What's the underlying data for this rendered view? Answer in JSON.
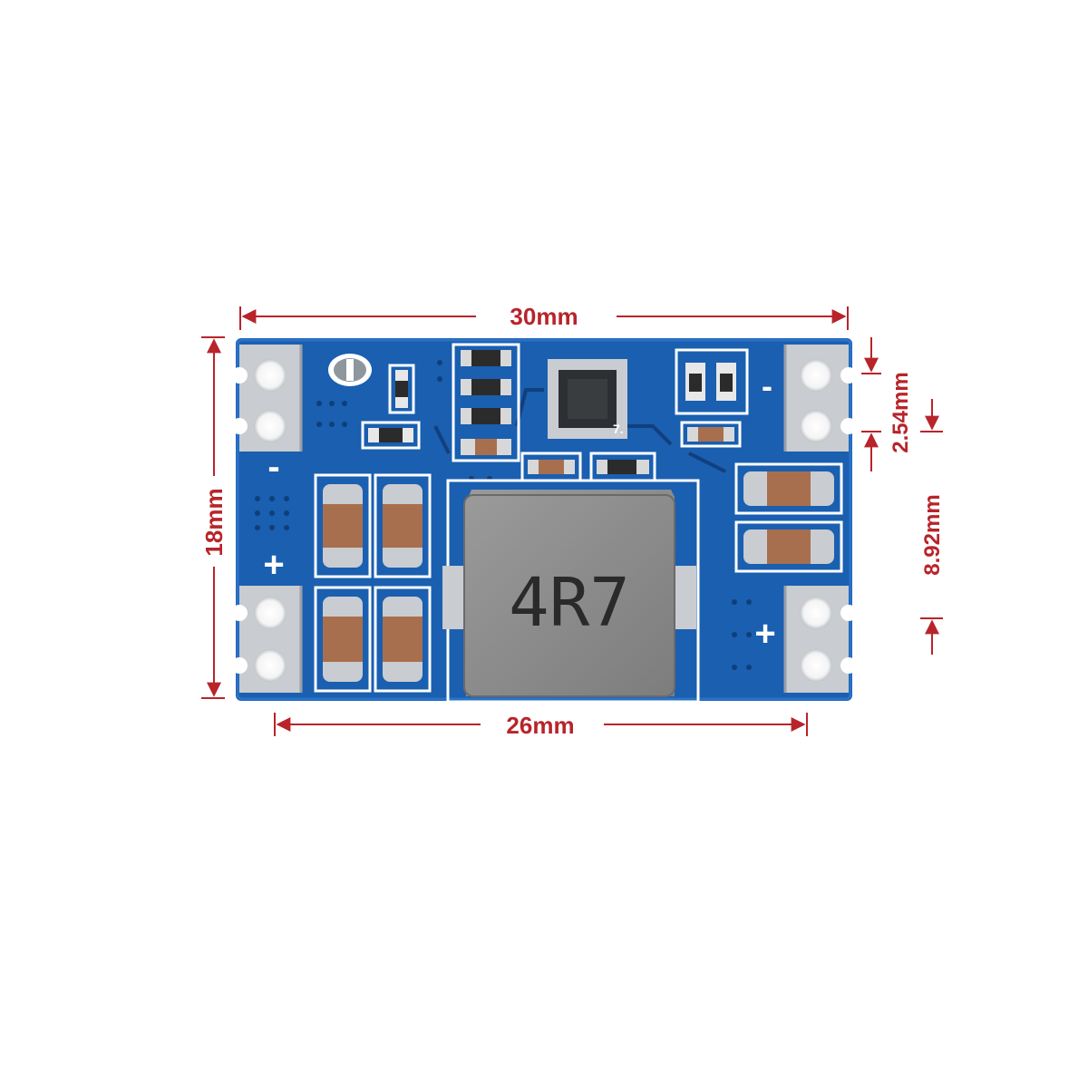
{
  "colors": {
    "dimension": "#b8242a",
    "pcb": "#1a5fb0",
    "pcb_dark": "#123f7e",
    "silkscreen": "#ffffff",
    "inductor": "#8c8c8c",
    "capacitor": "#a86f4e",
    "pad": "#c9ccd1"
  },
  "dimensions": {
    "width_top": "30mm",
    "width_bottom": "26mm",
    "height_left": "18mm",
    "pin_pitch": "2.54mm",
    "pin_span": "8.92mm"
  },
  "board": {
    "inductor_marking": "4R7",
    "silk_minus_left": "-",
    "silk_plus_left": "+",
    "silk_minus_right": "-",
    "silk_plus_right": "+",
    "marking_small": "7."
  }
}
